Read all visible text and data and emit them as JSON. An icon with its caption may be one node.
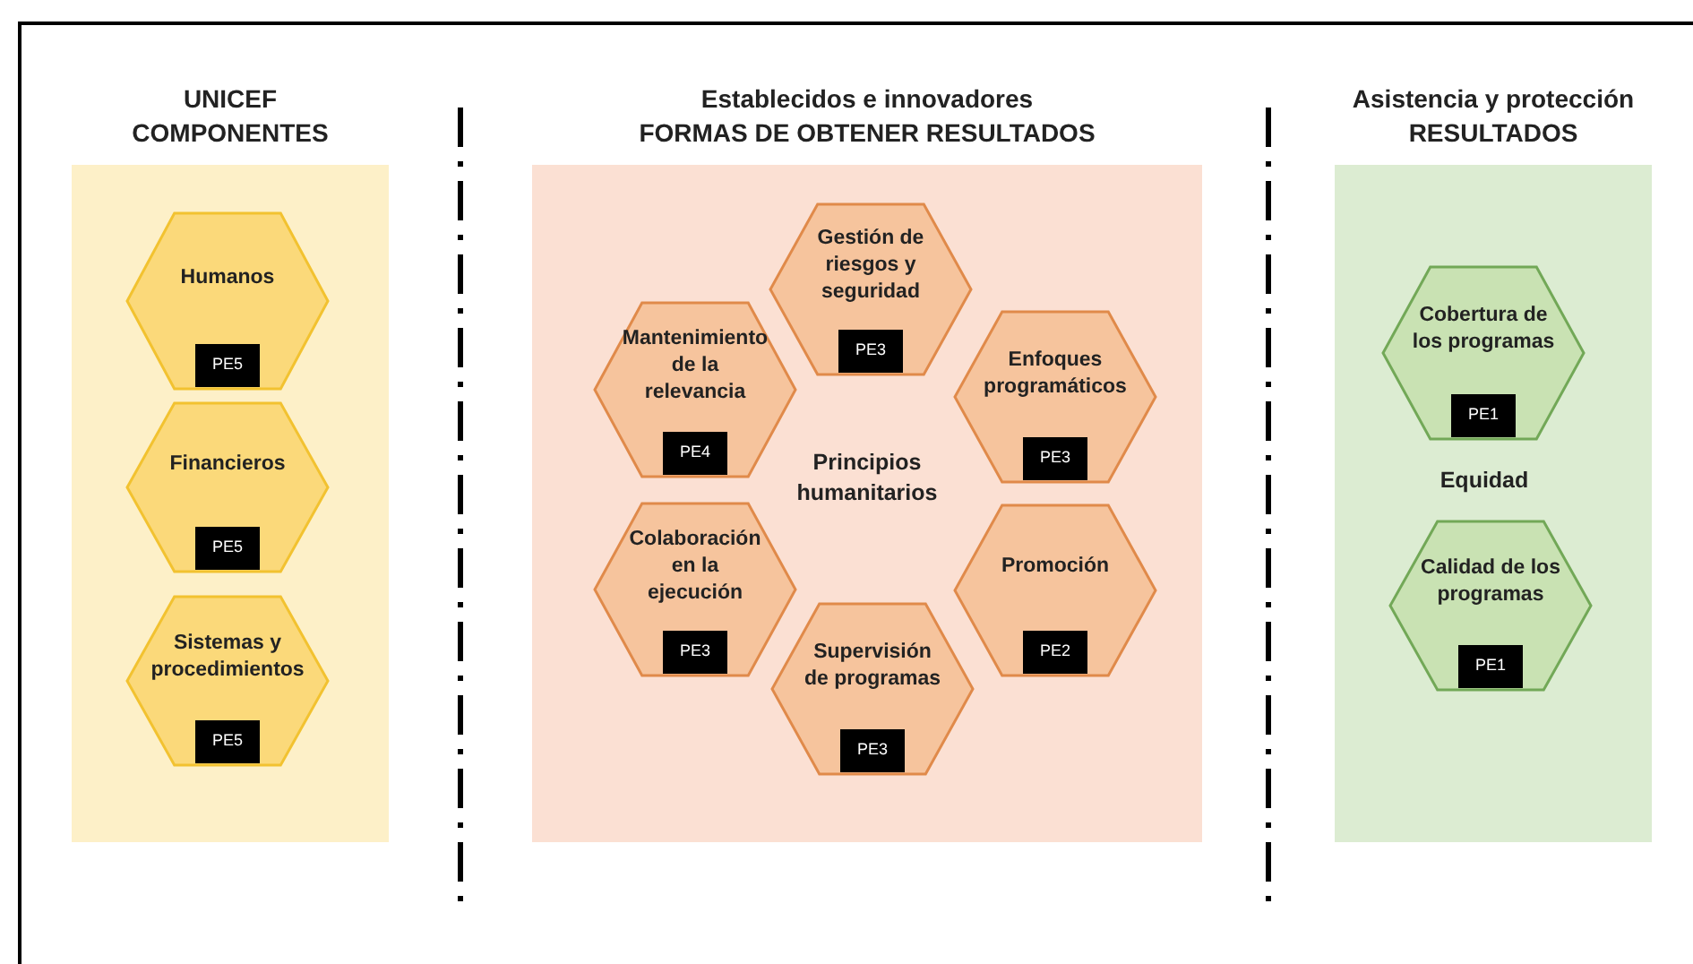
{
  "diagram": {
    "nodes": [
      {
        "text": [
          "UNICEF",
          "COMPONENTES"
        ]
      },
      {
        "text": [
          "Humanos"
        ],
        "in": 0
      },
      {
        "text": [
          "PE5"
        ],
        "in": 1
      },
      {
        "text": [
          "Financieros"
        ],
        "in": 0
      },
      {
        "text": [
          "PE5"
        ],
        "in": 3
      },
      {
        "text": [
          "Sistemas y procedimientos"
        ],
        "in": 0
      },
      {
        "text": [
          "PE5"
        ],
        "in": 5
      },
      {
        "text": [
          "Establecidos e innovadores",
          "FORMAS DE OBTENER RESULTADOS"
        ]
      },
      {
        "text": [
          "Gestión de riesgos y seguridad"
        ],
        "in": 7
      },
      {
        "text": [
          "PE3"
        ],
        "in": 8
      },
      {
        "text": [
          "Mantenimiento de la relevancia"
        ],
        "in": 7
      },
      {
        "text": [
          "PE4"
        ],
        "in": 10
      },
      {
        "text": [
          "Enfoques programáticos"
        ],
        "in": 7
      },
      {
        "text": [
          "PE3"
        ],
        "in": 12
      },
      {
        "text": [
          "Colaboración en la ejecución"
        ],
        "in": 7
      },
      {
        "text": [
          "PE3"
        ],
        "in": 14
      },
      {
        "text": [
          "Promoción"
        ],
        "in": 7
      },
      {
        "text": [
          "PE2"
        ],
        "in": 16
      },
      {
        "text": [
          "Supervisión de programas"
        ],
        "in": 7
      },
      {
        "text": [
          "PE3"
        ],
        "in": 18
      },
      {
        "text": [
          "Asistencia y protección",
          "RESULTADOS"
        ]
      },
      {
        "text": [
          "Cobertura de los programas"
        ],
        "in": 20
      },
      {
        "text": [
          "PE1"
        ],
        "in": 21
      },
      {
        "text": [
          "Calidad de los programas"
        ],
        "in": 20
      },
      {
        "text": [
          "PE1"
        ],
        "in": 23
      }
    ],
    "edges": [],
    "labels": [
      "Principios humanitarios",
      "Equidad"
    ]
  }
}
